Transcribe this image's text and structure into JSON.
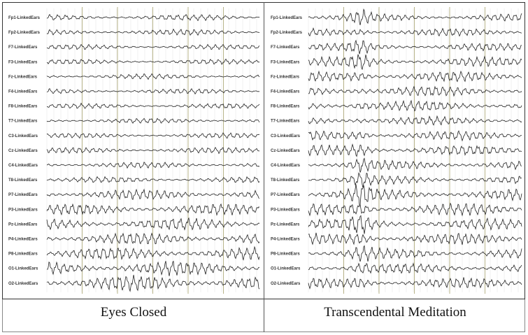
{
  "chart_data": {
    "type": "line",
    "title": "",
    "xlabel": "",
    "ylabel": "",
    "grid": true,
    "channels": [
      "Fp1-LinkedEars",
      "Fp2-LinkedEars",
      "F7-LinkedEars",
      "F3-LinkedEars",
      "Fz-LinkedEars",
      "F4-LinkedEars",
      "F8-LinkedEars",
      "T7-LinkedEars",
      "C3-LinkedEars",
      "Cz-LinkedEars",
      "C4-LinkedEars",
      "T8-LinkedEars",
      "P7-LinkedEars",
      "P3-LinkedEars",
      "Pz-LinkedEars",
      "P4-LinkedEars",
      "P8-LinkedEars",
      "O1-LinkedEars",
      "O2-LinkedEars"
    ],
    "panels": [
      {
        "caption": "Eyes Closed",
        "relative_amplitude": [
          0.35,
          0.35,
          0.3,
          0.3,
          0.3,
          0.3,
          0.3,
          0.3,
          0.3,
          0.35,
          0.35,
          0.35,
          0.6,
          0.65,
          0.7,
          0.7,
          0.75,
          0.85,
          0.9
        ]
      },
      {
        "caption": "Transcendental Meditation",
        "relative_amplitude": [
          0.45,
          0.45,
          0.45,
          0.55,
          0.6,
          0.6,
          0.6,
          0.5,
          0.55,
          0.6,
          0.55,
          0.5,
          0.65,
          0.7,
          0.65,
          0.65,
          0.6,
          0.6,
          0.6
        ]
      }
    ]
  },
  "colors": {
    "trace": "#222222",
    "major_grid": "#b8b48a",
    "minor_grid": "#e6e6e6"
  }
}
